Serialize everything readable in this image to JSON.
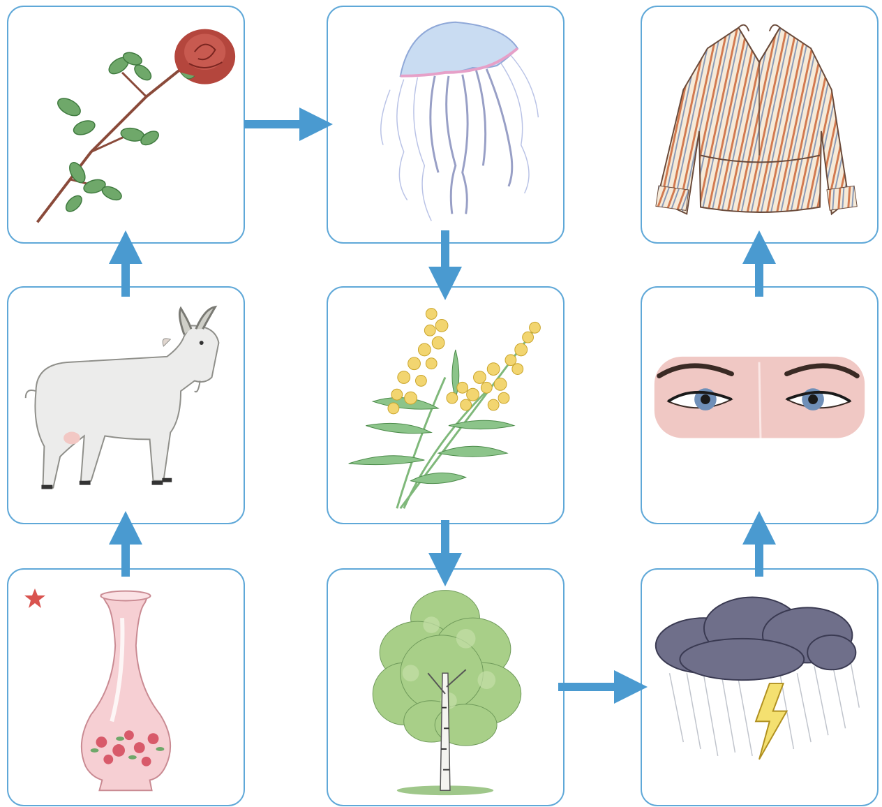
{
  "pictures": [
    {
      "id": "vase",
      "icon": "vase-icon"
    },
    {
      "id": "goat",
      "icon": "goat-icon"
    },
    {
      "id": "rose",
      "icon": "rose-icon"
    },
    {
      "id": "jellyfish",
      "icon": "jellyfish-icon"
    },
    {
      "id": "mimosa",
      "icon": "mimosa-icon"
    },
    {
      "id": "birch",
      "icon": "birch-tree-icon"
    },
    {
      "id": "cloud",
      "icon": "storm-cloud-icon"
    },
    {
      "id": "eyes",
      "icon": "eyes-icon"
    },
    {
      "id": "blouse",
      "icon": "blouse-icon"
    }
  ],
  "path_order": [
    "vase",
    "goat",
    "rose",
    "jellyfish",
    "mimosa",
    "birch",
    "cloud",
    "eyes",
    "blouse"
  ],
  "start_marker": {
    "icon": "star-icon",
    "on": "vase"
  },
  "colors": {
    "card_border": "#5fa8d8",
    "arrow": "#4a9ad0",
    "star": "#d9534f"
  }
}
